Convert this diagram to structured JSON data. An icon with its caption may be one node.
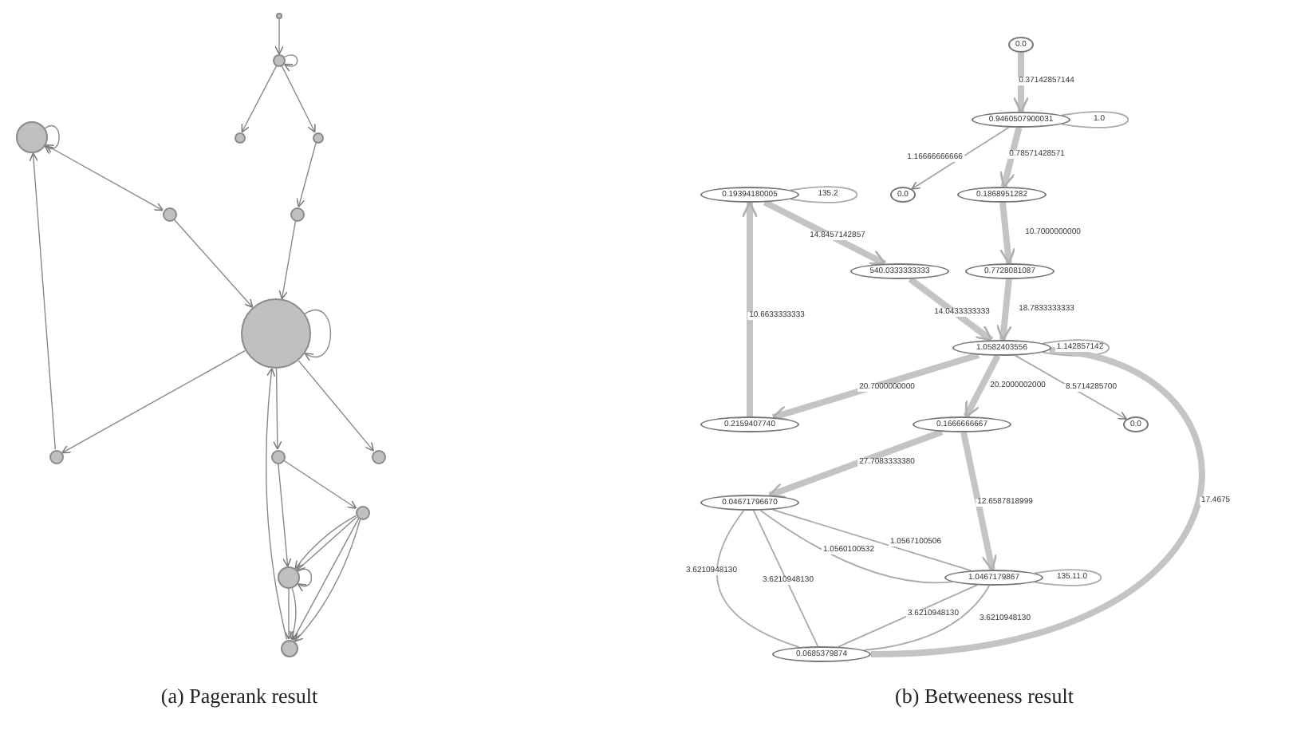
{
  "diagram": {
    "nodes": [
      {
        "text": [],
        "shape": "circle"
      },
      {
        "text": [],
        "shape": "circle"
      },
      {
        "text": [],
        "shape": "circle"
      },
      {
        "text": [],
        "shape": "circle"
      },
      {
        "text": [],
        "shape": "circle"
      },
      {
        "text": [],
        "shape": "circle"
      },
      {
        "text": [],
        "shape": "circle"
      },
      {
        "text": [],
        "shape": "circle"
      },
      {
        "text": [],
        "shape": "circle"
      },
      {
        "text": [],
        "shape": "circle"
      },
      {
        "text": [],
        "shape": "circle"
      },
      {
        "text": [],
        "shape": "circle"
      },
      {
        "text": [],
        "shape": "circle"
      },
      {
        "text": [],
        "shape": "circle"
      },
      {
        "text": [
          "0.0"
        ]
      },
      {
        "text": [
          "0.9460507900031"
        ]
      },
      {
        "text": [
          "0.0"
        ]
      },
      {
        "text": [
          "0.1868951282"
        ]
      },
      {
        "text": [
          "0.19394180005"
        ]
      },
      {
        "text": [
          "540.0333333333"
        ]
      },
      {
        "text": [
          "0.7728081087"
        ]
      },
      {
        "text": [
          "1.0582403556"
        ]
      },
      {
        "text": [
          "0.2159407740"
        ]
      },
      {
        "text": [
          "0.1666666667"
        ]
      },
      {
        "text": [
          "0.0"
        ]
      },
      {
        "text": [
          "0.04671796670"
        ]
      },
      {
        "text": [
          "1.0467179867"
        ]
      },
      {
        "text": [
          "0.0685379874"
        ]
      }
    ],
    "edges": [
      {
        "from": 0,
        "to": 1,
        "arrow": "to"
      },
      {
        "from": 1,
        "to": 1,
        "arrow": "to"
      },
      {
        "from": 1,
        "to": 2,
        "arrow": "to"
      },
      {
        "from": 1,
        "to": 3,
        "arrow": "to"
      },
      {
        "from": 3,
        "to": 5,
        "arrow": "to"
      },
      {
        "from": 5,
        "to": 7,
        "arrow": "to"
      },
      {
        "from": 4,
        "to": 6,
        "arrow": "both"
      },
      {
        "from": 4,
        "to": 7,
        "arrow": "to"
      },
      {
        "from": 8,
        "to": 6,
        "arrow": "to"
      },
      {
        "from": 7,
        "to": 8,
        "arrow": "to"
      },
      {
        "from": 7,
        "to": 7,
        "arrow": "to"
      },
      {
        "from": 7,
        "to": 9,
        "arrow": "to"
      },
      {
        "from": 7,
        "to": 10,
        "arrow": "to"
      },
      {
        "from": 9,
        "to": 11,
        "arrow": "to"
      },
      {
        "from": 9,
        "to": 12,
        "arrow": "to"
      },
      {
        "from": 11,
        "to": 12,
        "arrow": "to"
      },
      {
        "from": 11,
        "to": 12,
        "arrow": "to"
      },
      {
        "from": 11,
        "to": 13,
        "arrow": "to"
      },
      {
        "from": 11,
        "to": 13,
        "arrow": "to"
      },
      {
        "from": 12,
        "to": 13,
        "arrow": "to"
      },
      {
        "from": 12,
        "to": 13,
        "arrow": "to"
      },
      {
        "from": 13,
        "to": 7,
        "arrow": "to"
      },
      {
        "from": 6,
        "to": 6,
        "arrow": "to"
      },
      {
        "from": 12,
        "to": 12,
        "arrow": "to"
      },
      {
        "from": 14,
        "to": 15,
        "arrow": "to",
        "label": "0.37142857144",
        "style": "thick"
      },
      {
        "from": 15,
        "to": 15,
        "arrow": "none",
        "label": "1.0"
      },
      {
        "from": 15,
        "to": 16,
        "arrow": "to",
        "label": "1.16666666666"
      },
      {
        "from": 15,
        "to": 17,
        "arrow": "to",
        "label": "0.78571428571",
        "style": "thick"
      },
      {
        "from": 17,
        "to": 20,
        "arrow": "to",
        "label": "10.7000000000",
        "style": "thick"
      },
      {
        "from": 20,
        "to": 21,
        "arrow": "to",
        "label": "18.7833333333",
        "style": "thick"
      },
      {
        "from": 18,
        "to": 18,
        "arrow": "none",
        "label": "135.2"
      },
      {
        "from": 18,
        "to": 19,
        "arrow": "to",
        "label": "14.8457142857",
        "style": "thick"
      },
      {
        "from": 19,
        "to": 21,
        "arrow": "to",
        "label": "14.0433333333",
        "style": "thick"
      },
      {
        "from": 22,
        "to": 18,
        "arrow": "to",
        "label": "10.6633333333",
        "style": "thick"
      },
      {
        "from": 21,
        "to": 21,
        "arrow": "none",
        "label": "1.142857142"
      },
      {
        "from": 21,
        "to": 22,
        "arrow": "to",
        "label": "20.7000000000",
        "style": "thick"
      },
      {
        "from": 21,
        "to": 23,
        "arrow": "to",
        "label": "20.2000002000",
        "style": "thick"
      },
      {
        "from": 21,
        "to": 24,
        "arrow": "to",
        "label": "8.5714285700"
      },
      {
        "from": 23,
        "to": 25,
        "arrow": "to",
        "label": "27.7083333380",
        "style": "thick"
      },
      {
        "from": 23,
        "to": 26,
        "arrow": "to",
        "label": "12.6587818999",
        "style": "thick"
      },
      {
        "from": 25,
        "to": 26,
        "arrow": "none",
        "label": "1.0560100532"
      },
      {
        "from": 25,
        "to": 26,
        "arrow": "none",
        "label": "1.0567100506"
      },
      {
        "from": 25,
        "to": 27,
        "arrow": "none",
        "label": "3.6210948130"
      },
      {
        "from": 25,
        "to": 27,
        "arrow": "none",
        "label": "3.6210948130"
      },
      {
        "from": 26,
        "to": 27,
        "arrow": "none",
        "label": "3.6210948130"
      },
      {
        "from": 26,
        "to": 27,
        "arrow": "none",
        "label": "3.6210948130"
      },
      {
        "from": 26,
        "to": 26,
        "arrow": "none",
        "label": "135.11.0"
      },
      {
        "from": 27,
        "to": 21,
        "arrow": "none",
        "label": "17.4675",
        "style": "thick"
      }
    ],
    "labels": [
      "(a) Pagerank result",
      "(b) Betweeness result"
    ]
  }
}
